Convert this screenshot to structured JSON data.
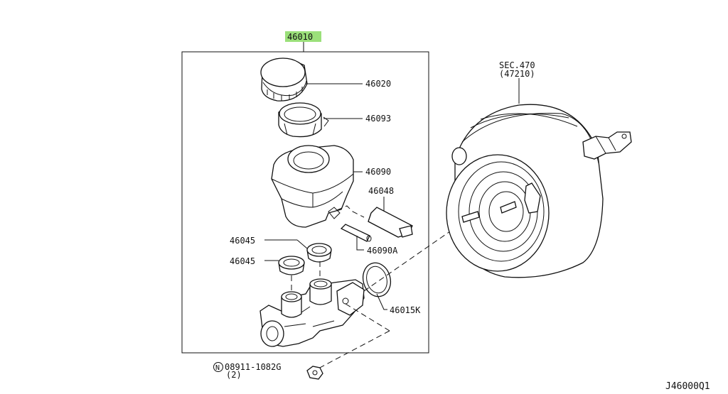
{
  "diagram": {
    "assembly_label": "46010",
    "assembly_highlight_color": "#9be07a",
    "labels": {
      "cap": "46020",
      "strainer": "46093",
      "reservoir": "46090",
      "connector": "46048",
      "pin": "46090A",
      "grommet_upper": "46045",
      "grommet_lower": "46045",
      "o_ring": "46015K",
      "nut_part": "08911-1082G",
      "nut_prefix": "N",
      "nut_qty": "(2)",
      "booster_sec": "SEC.470",
      "booster_part": "(47210)"
    },
    "diagram_code": "J46000Q1"
  }
}
